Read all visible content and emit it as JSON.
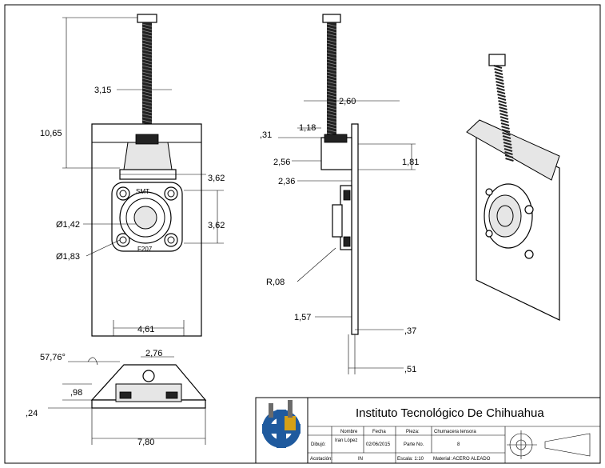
{
  "front_view": {
    "dim_height": "10,65",
    "dim_bolt_offset": "3,15",
    "dim_width_top": "3,62",
    "dim_height_right": "3,62",
    "dim_bore": "Ø1,42",
    "dim_outer": "Ø1,83",
    "dim_base": "4,61",
    "bearing_brand": "SMT",
    "bearing_model": "F207"
  },
  "side_view": {
    "dim_a": "2,60",
    "dim_b": ",31",
    "dim_c": "1,18",
    "dim_d": "2,56",
    "dim_e": "1,81",
    "dim_f": "2,36",
    "dim_radius": "R,08",
    "dim_g": "1,57",
    "dim_h": ",37",
    "dim_i": ",51"
  },
  "top_view": {
    "dim_angle": "57,76°",
    "dim_a": "2,76",
    "dim_b": ",98",
    "dim_c": ",24",
    "dim_width": "7,80"
  },
  "title_block": {
    "institution": "Instituto Tecnológico De Chihuahua",
    "col_nombre": "Nombre",
    "col_fecha": "Fecha",
    "col_pieza": "Pieza:",
    "row_dibujo": "Dibujó:",
    "dibujo_nombre": "Iran López",
    "dibujo_fecha": "02/06/2015",
    "pieza_nombre": "Chumacera tensora",
    "parte_label": "Parte No.",
    "parte_valor": "8",
    "row_acotacion": "Acotación:",
    "acotacion_valor": "IN",
    "escala": "Escala: 1:10",
    "material": "Material: ACERO ALEADO"
  }
}
